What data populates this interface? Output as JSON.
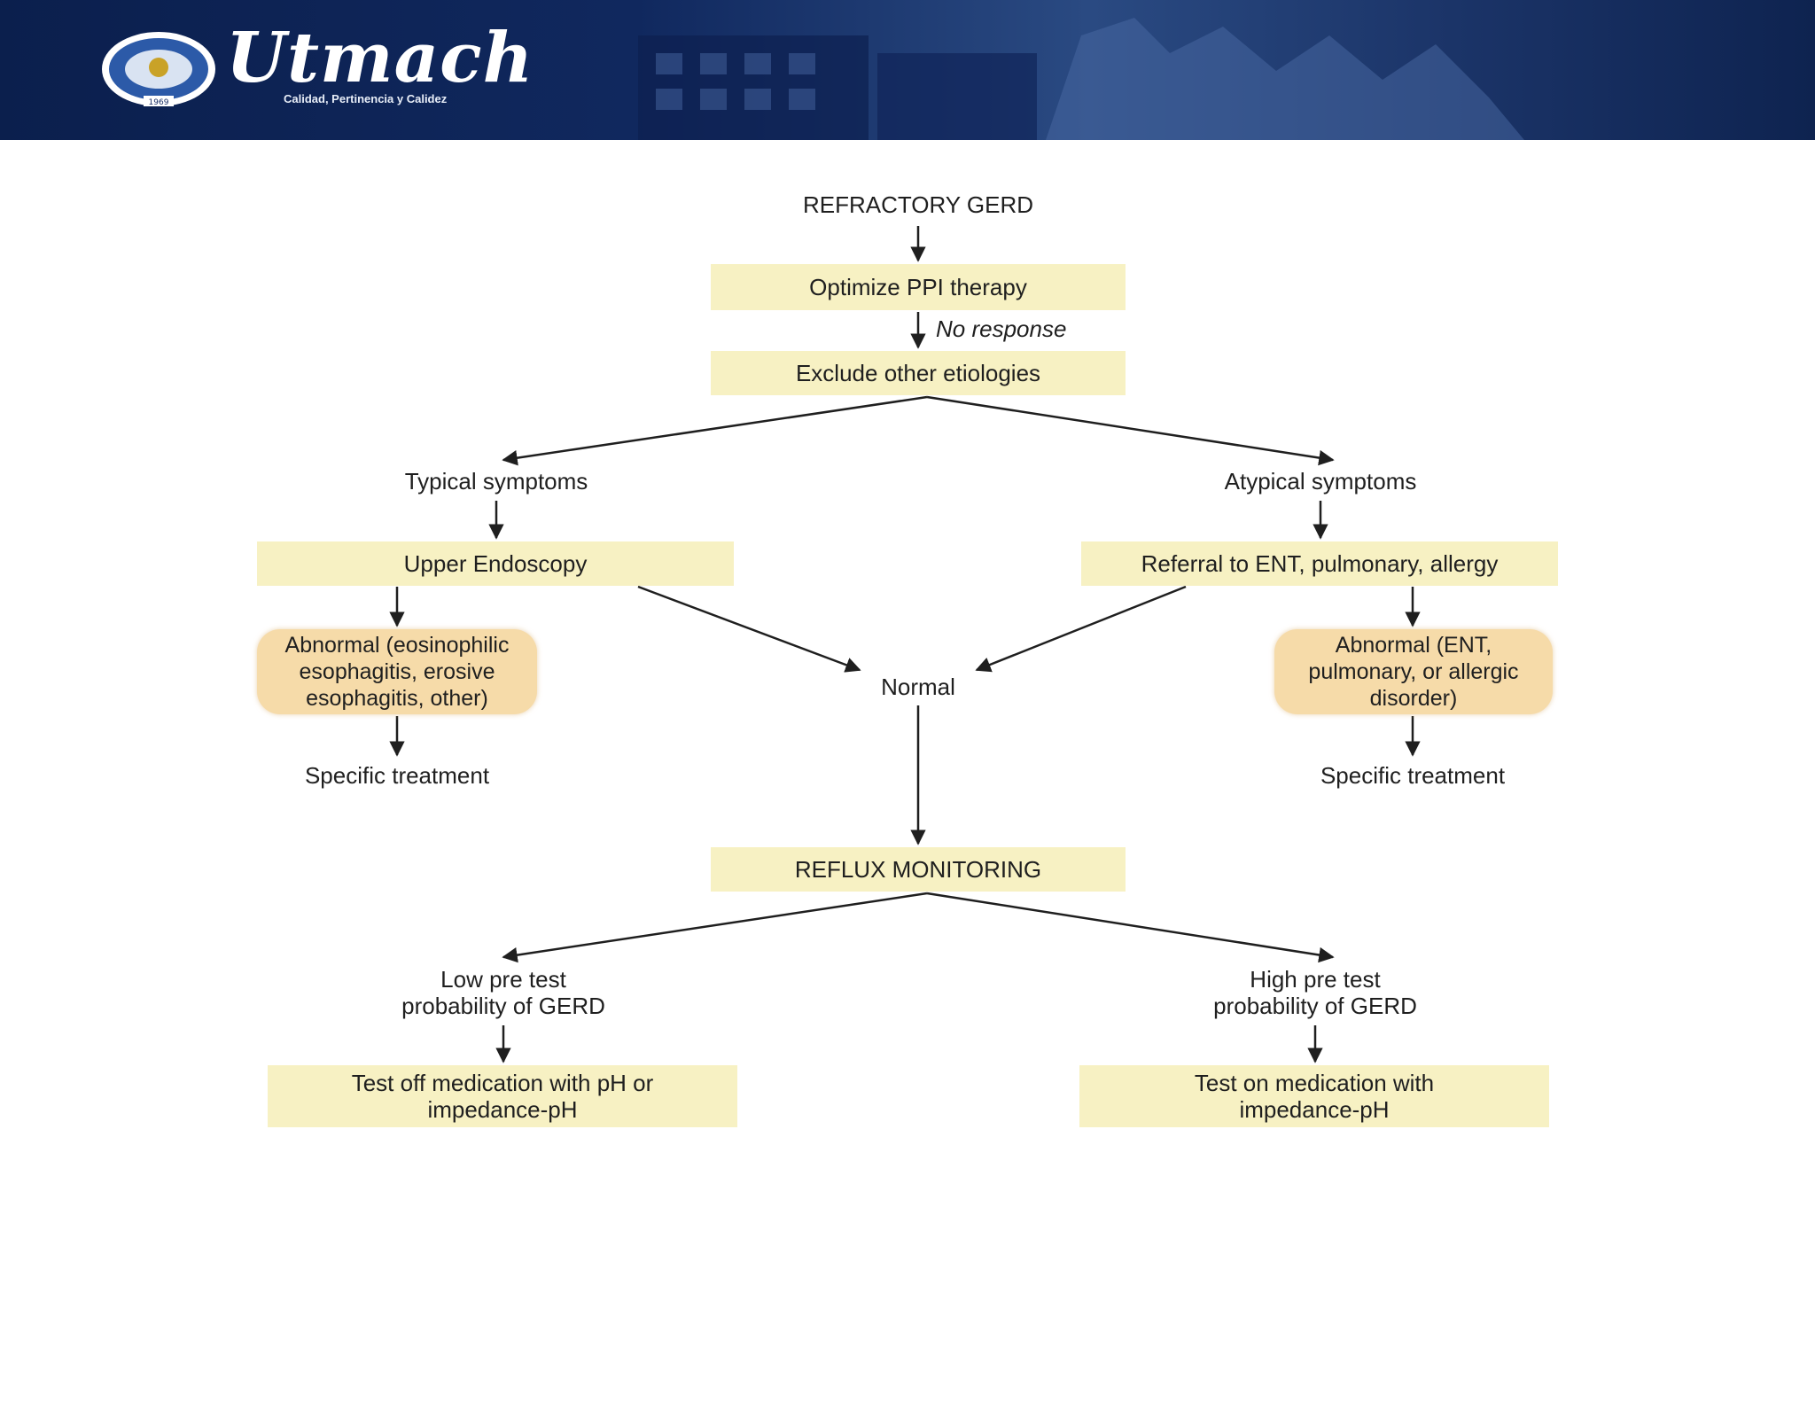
{
  "header": {
    "brand_name": "Utmach",
    "tagline": "Calidad, Pertinencia y Calidez",
    "seal_year": "1969",
    "colors": {
      "banner_dark": "#0b1f4d",
      "banner_light": "#2a4a82"
    }
  },
  "flowchart": {
    "start": "REFRACTORY GERD",
    "optimize": "Optimize PPI therapy",
    "no_response": "No response",
    "exclude": "Exclude other etiologies",
    "typical": "Typical symptoms",
    "atypical": "Atypical symptoms",
    "endoscopy": "Upper Endoscopy",
    "referral": "Referral to ENT, pulmonary, allergy",
    "abnormal_left": "Abnormal (eosinophilic\nesophagitis, erosive\nesophagitis, other)",
    "abnormal_right": "Abnormal (ENT,\npulmonary, or allergic\ndisorder)",
    "normal": "Normal",
    "specific_left": "Specific treatment",
    "specific_right": "Specific treatment",
    "reflux": "REFLUX MONITORING",
    "low": "Low pre test\nprobability of GERD",
    "high": "High pre test\nprobability of GERD",
    "test_off": "Test off medication with pH or\nimpedance-pH",
    "test_on": "Test on medication with\nimpedance-pH",
    "colors": {
      "box": "#f7f1c3",
      "rounded_box": "#f6dba9",
      "line": "#1f1f1f"
    }
  }
}
